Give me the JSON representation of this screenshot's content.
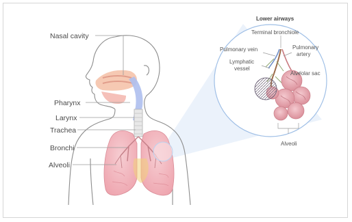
{
  "colors": {
    "outline": "#8c8c8c",
    "leader": "#9a9a9a",
    "lung": "#f2b8bf",
    "lung_dark": "#e69aa4",
    "airway": "#b9c9ee",
    "nasal": "#f4c0a6",
    "magnifier": "#c9dcf5",
    "magnifier_edge": "#9fbfe6"
  },
  "labels": {
    "nasal_cavity": "Nasal cavity",
    "pharynx": "Pharynx",
    "larynx": "Larynx",
    "trachea": "Trachea",
    "bronchi": "Bronchi",
    "alveoli": "Alveoli"
  },
  "inset": {
    "title": "Lower airways",
    "terminal_bronchiole": "Terminal bronchiole",
    "pulmonary_vein": "Pulmonary vein",
    "pulmonary_artery_l1": "Pulmonary",
    "pulmonary_artery_l2": "artery",
    "lymphatic_vessel_l1": "Lymphatic",
    "lymphatic_vessel_l2": "vessel",
    "alveolar_sac": "Alveolar sac",
    "alveoli": "Alveoli"
  }
}
